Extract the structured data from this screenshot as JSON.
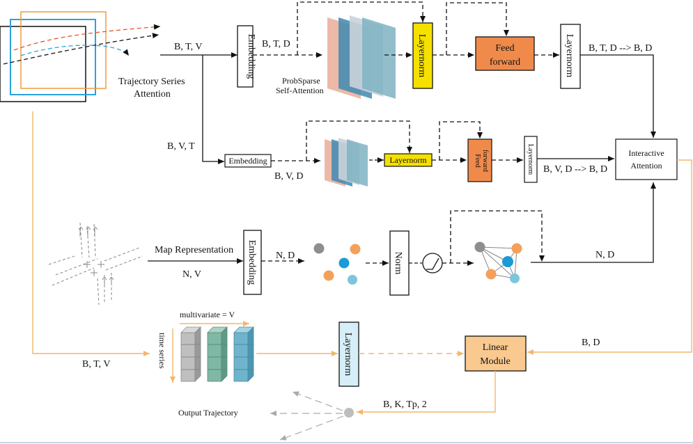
{
  "top_branch": {
    "input_label": "B, T, V",
    "embedding": "Embedding",
    "embed_out": "B, T, D",
    "probsparse_line1": "ProbSparse",
    "probsparse_line2": "Self-Attention",
    "layernorm1": "Layernorm",
    "feed_forward_line1": "Feed",
    "feed_forward_line2": "forward",
    "layernorm2": "Layernorm",
    "out_label": "B, T, D --> B, D",
    "traj_line1": "Trajectory Series",
    "traj_line2": "Attention"
  },
  "mid_branch": {
    "input_label": "B, V, T",
    "embedding": "Embedding",
    "embed_out": "B, V, D",
    "layernorm1": "Layernorm",
    "feed_forward_line1": "Feed",
    "feed_forward_line2": "forward",
    "layernorm2": "Layernorm",
    "out_label": "B, V, D --> B, D"
  },
  "interactive": {
    "line1": "Interactive",
    "line2": "Attention"
  },
  "map_branch": {
    "title": "Map Representation",
    "input_label": "N, V",
    "embedding": "Embedding",
    "embed_out": "N, D",
    "norm": "Norm",
    "out_label": "N, D"
  },
  "bottom_branch": {
    "input_label": "B, T, V",
    "multivariate": "multivariate = V",
    "time_series": "time series",
    "layernorm": "Layernorm",
    "linear_line1": "Linear",
    "linear_line2": "Module",
    "linear_in": "B, D",
    "output_label": "B, K, Tp, 2",
    "output_traj": "Output Trajectory"
  },
  "colors": {
    "orange_line": "#f2b66d",
    "layernorm_yellow": "#f5e100",
    "feed_orange": "#f08a4b",
    "linear_fill": "#f9c98f",
    "layernorm_blue": "#d6eef7",
    "node_gray": "#8e8e8e",
    "node_orange": "#f5a05a",
    "node_blue": "#1a9ad6",
    "node_lightblue": "#7cc6dc"
  }
}
